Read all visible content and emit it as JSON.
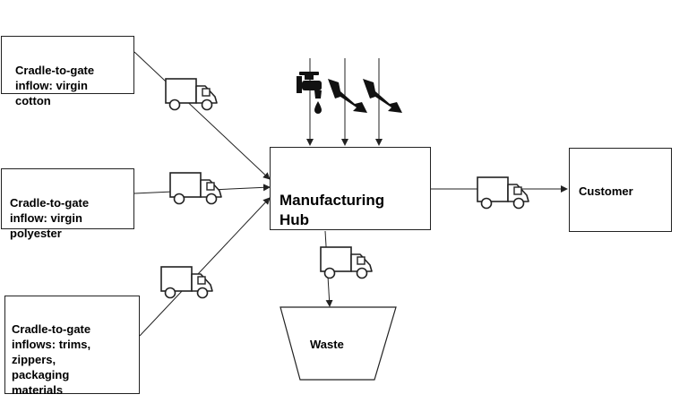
{
  "diagram": {
    "sources": {
      "cotton": "Cradle-to-gate\ninflow: virgin\ncotton",
      "polyester": "Cradle-to-gate\ninflow: virgin\npolyester",
      "trims": "Cradle-to-gate\ninflows: trims,\nzippers,\npackaging\nmaterials"
    },
    "hub": "Manufacturing\nHub",
    "customer": "Customer",
    "waste": "Waste",
    "icons": [
      "water-tap-icon",
      "lightning-bolt-icon",
      "lightning-bolt-icon",
      "truck-icon"
    ]
  }
}
